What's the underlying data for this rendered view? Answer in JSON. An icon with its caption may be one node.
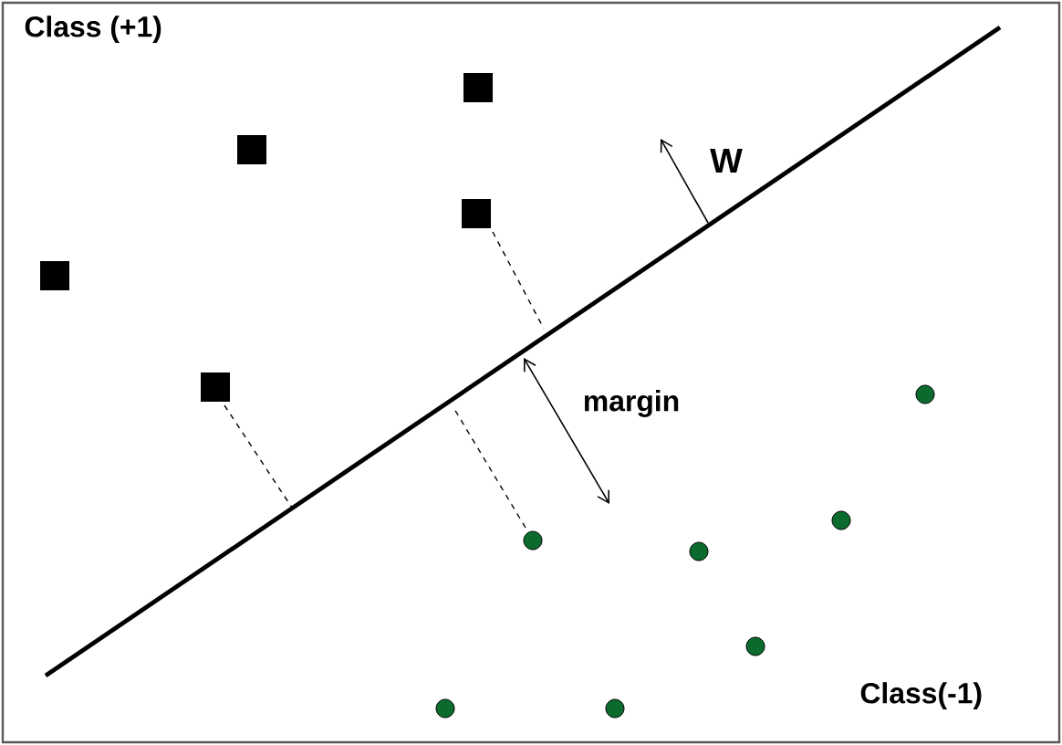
{
  "diagram": {
    "labels": [
      "Class (+1)",
      "W",
      "margin",
      "Class(-1)"
    ]
  }
}
